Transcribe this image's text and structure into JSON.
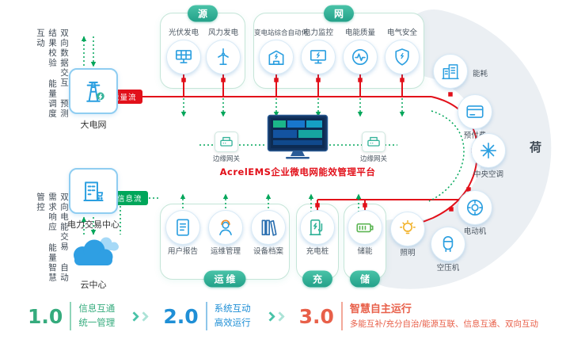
{
  "colors": {
    "energy_flow": "#e2101a",
    "info_flow": "#00a65a",
    "panel_accent": "#3cb9a2",
    "icon_blue": "#2b9fe0"
  },
  "left_column": {
    "top_notes": [
      "双向数据交互",
      "预测结果校验",
      "能量调度互动"
    ],
    "bottom_notes": [
      "双向电能交易",
      "自动需求响应",
      "能量智慧管控"
    ],
    "entities": [
      {
        "label": "大电网",
        "icon": "transmission-tower-icon"
      },
      {
        "label": "电力交易中心",
        "icon": "trade-building-icon"
      },
      {
        "label": "云中心",
        "icon": "cloud-icon"
      }
    ]
  },
  "flow_labels": {
    "energy": "能量流",
    "info": "信息流"
  },
  "panels": {
    "source": {
      "title": "源",
      "items": [
        {
          "label": "光伏发电",
          "icon": "solar-panel-icon"
        },
        {
          "label": "风力发电",
          "icon": "wind-turbine-icon"
        }
      ]
    },
    "grid": {
      "title": "网",
      "items": [
        {
          "label": "变电站综合自动化",
          "icon": "substation-icon"
        },
        {
          "label": "电力监控",
          "icon": "power-monitor-icon"
        },
        {
          "label": "电能质量",
          "icon": "power-quality-icon"
        },
        {
          "label": "电气安全",
          "icon": "electrical-safety-icon"
        }
      ]
    },
    "om": {
      "title": "运维",
      "items": [
        {
          "label": "用户报告",
          "icon": "report-icon"
        },
        {
          "label": "运维管理",
          "icon": "maintenance-worker-icon"
        },
        {
          "label": "设备档案",
          "icon": "equipment-archive-icon"
        }
      ]
    },
    "charge": {
      "title": "充",
      "items": [
        {
          "label": "充电桩",
          "icon": "ev-charger-icon"
        }
      ]
    },
    "storage": {
      "title": "储",
      "items": [
        {
          "label": "储能",
          "icon": "battery-icon"
        }
      ]
    }
  },
  "load": {
    "title": "荷",
    "items": [
      {
        "label": "能耗",
        "icon": "buildings-icon"
      },
      {
        "label": "预付费",
        "icon": "prepaid-card-icon"
      },
      {
        "label": "中央空调",
        "icon": "hvac-icon"
      },
      {
        "label": "电动机",
        "icon": "motor-icon"
      },
      {
        "label": "空压机",
        "icon": "air-compressor-icon"
      },
      {
        "label": "照明",
        "icon": "light-bulb-icon"
      }
    ]
  },
  "hub": {
    "gateway_left": "边缘网关",
    "gateway_right": "边缘网关",
    "platform_title": "AcrelEMS企业微电网能效管理平台"
  },
  "legend": [
    {
      "version": "1.0",
      "lines": [
        "信息互通",
        "统一管理"
      ],
      "color": "#35ab7d"
    },
    {
      "version": "2.0",
      "lines": [
        "系统互动",
        "高效运行"
      ],
      "color": "#1f8fd6"
    },
    {
      "version": "3.0",
      "lines": [
        "智慧自主运行",
        "多能互补/充分自治/能源互联、信息互通、双向互动"
      ],
      "color": "#e8604a"
    }
  ]
}
